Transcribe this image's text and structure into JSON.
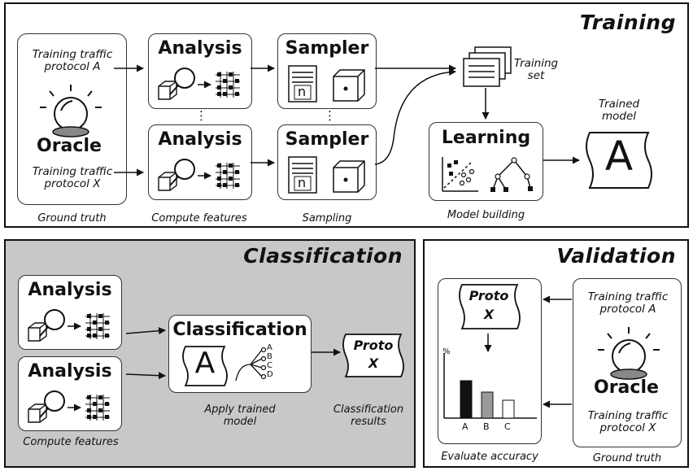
{
  "training": {
    "title": "Training",
    "traffic_a": "Training traffic\nprotocol A",
    "traffic_x": "Training traffic\nprotocol X",
    "oracle": "Oracle",
    "analysis_label": "Analysis",
    "sampler_label": "Sampler",
    "sampler_doc_letter": "n",
    "training_set": "Training\nset",
    "learning_label": "Learning",
    "trained_model": "Trained\nmodel",
    "model_letter": "A",
    "ellipsis": "⋮",
    "captions": {
      "ground_truth": "Ground truth",
      "compute_features": "Compute features",
      "sampling": "Sampling",
      "model_building": "Model building"
    }
  },
  "classification": {
    "title": "Classification",
    "analysis_label": "Analysis",
    "classification_label": "Classification",
    "model_letter": "A",
    "class_list": [
      "A",
      "B",
      "C",
      "D"
    ],
    "result": "Proto\nX",
    "captions": {
      "compute_features": "Compute features",
      "apply_model": "Apply trained\nmodel",
      "results": "Classification\nresults"
    }
  },
  "validation": {
    "title": "Validation",
    "proto": "Proto\nX",
    "y_unit": "%",
    "bar_labels": [
      "A",
      "B",
      "C"
    ],
    "traffic_a": "Training traffic\nprotocol A",
    "traffic_x": "Training traffic\nprotocol X",
    "oracle": "Oracle",
    "captions": {
      "evaluate": "Evaluate accuracy",
      "ground_truth": "Ground truth"
    }
  },
  "colors": {
    "ink": "#111111",
    "classification_bg": "#c8c8c8",
    "bar_a": "#111111",
    "bar_b": "#9a9a9a",
    "bar_c": "#ffffff"
  }
}
